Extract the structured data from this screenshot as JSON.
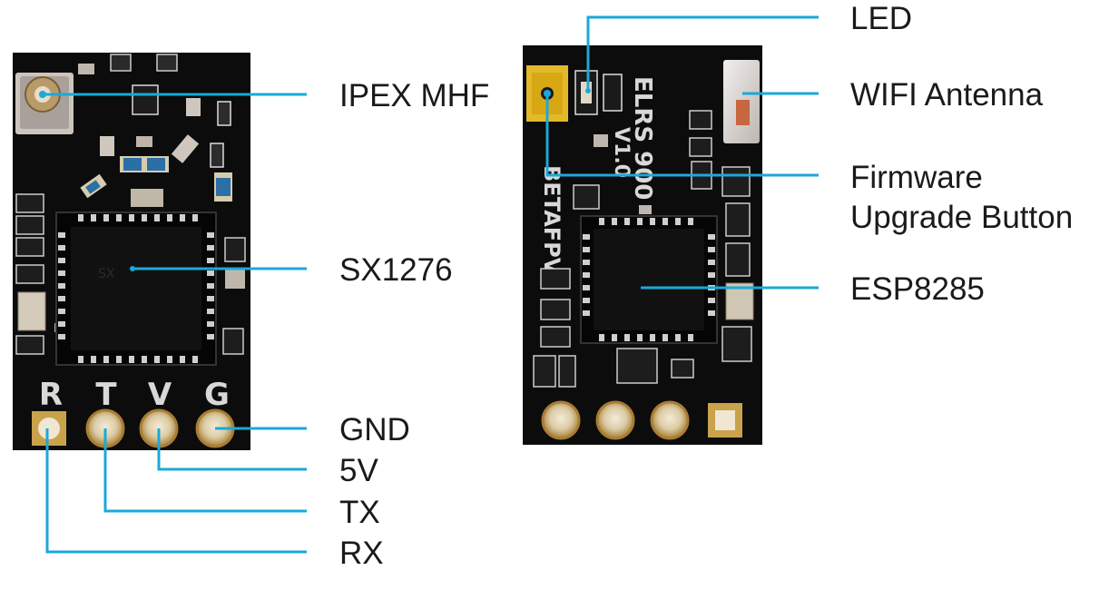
{
  "left_board": {
    "pad_silkscreen": [
      "R",
      "T",
      "V",
      "G"
    ],
    "chip_marking": "SX",
    "callouts": {
      "ipex": "IPEX MHF",
      "chip": "SX1276",
      "gnd": "GND",
      "v5": "5V",
      "tx": "TX",
      "rx": "RX"
    }
  },
  "right_board": {
    "silkscreen_model": "ELRS 900",
    "silkscreen_version": "V1.0",
    "silkscreen_brand": "BETAFPV",
    "callouts": {
      "led": "LED",
      "antenna": "WIFI Antenna",
      "button_line1": "Firmware",
      "button_line2": "Upgrade Button",
      "chip": "ESP8285"
    }
  },
  "colors": {
    "leader_line": "#1aa9d9",
    "pcb": "#0c0c0c",
    "gold_pad": "#c9a24c",
    "label_text": "#1a1a1a"
  }
}
